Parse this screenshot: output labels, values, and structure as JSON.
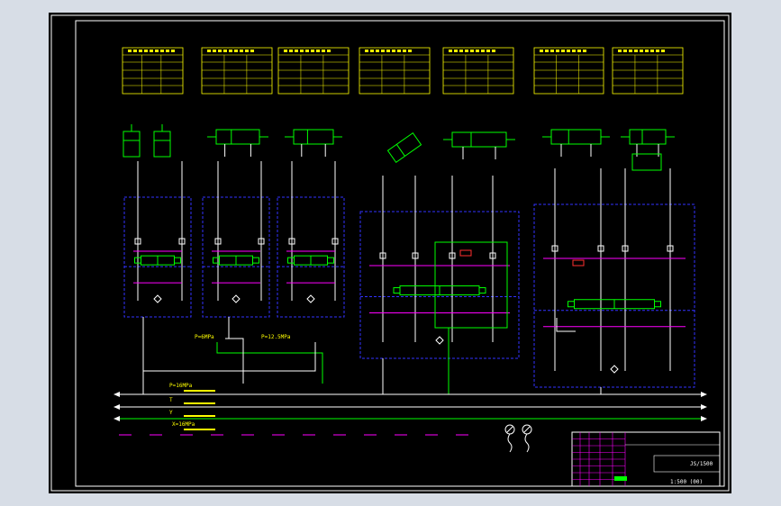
{
  "drawing": {
    "labels": {
      "p_main": "P=16MPa",
      "t_line": "T",
      "y_line": "Y",
      "x_line": "X=16MPa",
      "p_low": "P=6MPa",
      "p_mid": "P=12.5MPa",
      "scale": "1:500",
      "drawing_no": "JS/1500",
      "bottom_code": "1:500 (00)"
    },
    "colors": {
      "background": "#000000",
      "frame": "#ffffff",
      "pressure_line": "#ffffff",
      "return_line": "#00ff00",
      "drain_line": "#ff00ff",
      "block_border": "#2a2aff",
      "table": "#ffff00",
      "actuator": "#00ff00",
      "solenoid": "#00ff00"
    },
    "icon_names": [
      "hydraulic-cylinder-icon",
      "solenoid-valve-icon",
      "pressure-gauge-icon",
      "check-valve-icon"
    ]
  }
}
